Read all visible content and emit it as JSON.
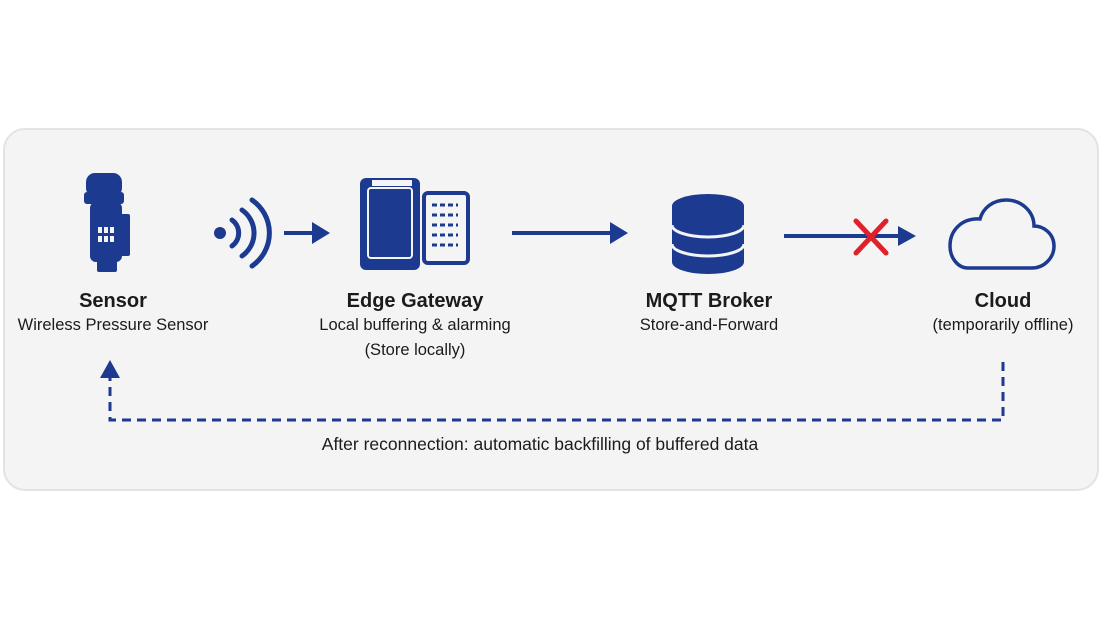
{
  "nodes": [
    {
      "id": "sensor",
      "title": "Sensor",
      "lines": [
        "Wireless Pressure Sensor"
      ],
      "icon": "pressure-sensor-icon"
    },
    {
      "id": "edge-gateway",
      "title": "Edge Gateway",
      "lines": [
        "Local buffering & alarming",
        "(Store locally)"
      ],
      "icon": "gateway-icon"
    },
    {
      "id": "mqtt-broker",
      "title": "MQTT Broker",
      "lines": [
        "Store-and-Forward"
      ],
      "icon": "database-icon"
    },
    {
      "id": "cloud",
      "title": "Cloud",
      "lines": [
        "(temporarily offline)"
      ],
      "icon": "cloud-icon"
    }
  ],
  "footer": "After reconnection: automatic backfilling of buffered data",
  "colors": {
    "accent": "#1c3a8f",
    "error": "#e0202a",
    "panel": "#f4f4f4"
  }
}
